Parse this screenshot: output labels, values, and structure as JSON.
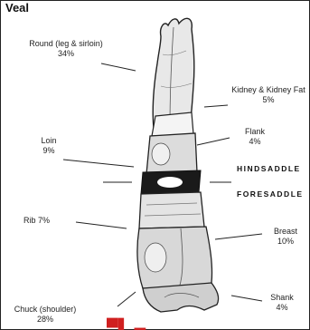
{
  "title": "Veal",
  "labels": {
    "round": [
      "Round (leg & sirloin)",
      "34%"
    ],
    "kidney": [
      "Kidney & Kidney Fat",
      "5%"
    ],
    "flank": [
      "Flank",
      "4%"
    ],
    "loin": [
      "Loin",
      "9%"
    ],
    "hindsaddle": "HINDSADDLE",
    "foresaddle": "FORESADDLE",
    "rib": "Rib  7%",
    "breast": [
      "Breast",
      "10%"
    ],
    "shank": [
      "Shank",
      "4%"
    ],
    "chuck": [
      "Chuck (shoulder)",
      "28%"
    ]
  },
  "colors": {
    "outline": "#222222",
    "red_mark": "#d02020",
    "dark_band": "#1a1a1a"
  }
}
